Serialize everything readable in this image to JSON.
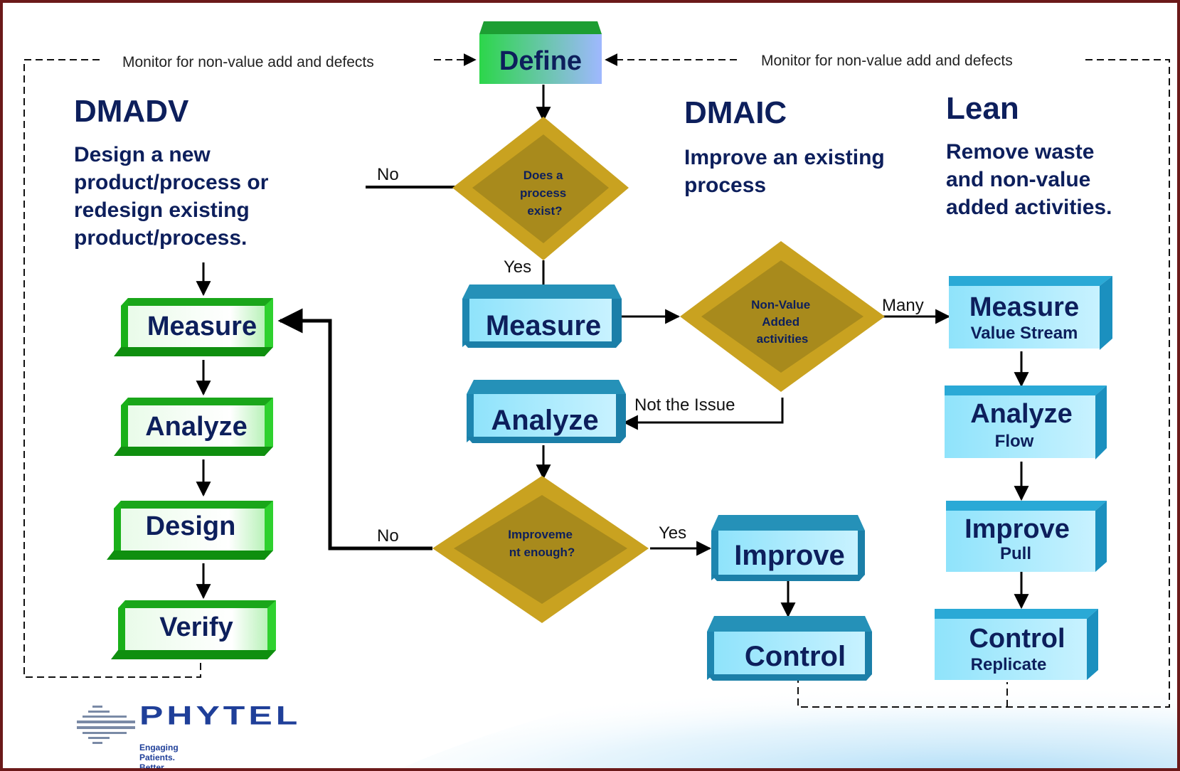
{
  "monitor_left": "Monitor for non-value add and defects",
  "monitor_right": "Monitor for non-value add and defects",
  "start": {
    "label": "Define"
  },
  "decisions": {
    "process_exists": {
      "label": "Does a process exist?",
      "lines": [
        "Does a",
        "process",
        "exist?"
      ]
    },
    "non_value": {
      "label": "Non-Value Added activities",
      "lines": [
        "Non-Value",
        "Added",
        "activities"
      ]
    },
    "improvement": {
      "label": "Improvement enough?",
      "lines": [
        "Improveme",
        "nt enough?"
      ]
    }
  },
  "edge_labels": {
    "no_top": "No",
    "yes_top": "Yes",
    "many": "Many",
    "not_issue": "Not the Issue",
    "no_bottom": "No",
    "yes_bottom": "Yes"
  },
  "dmadv": {
    "title": "DMADV",
    "description": "Design a new\nproduct/process or\nredesign existing\nproduct/process.",
    "steps": [
      "Measure",
      "Analyze",
      "Design",
      "Verify"
    ]
  },
  "dmaic": {
    "title": "DMAIC",
    "description": "Improve an existing\nprocess",
    "steps": [
      "Measure",
      "Analyze",
      "Improve",
      "Control"
    ]
  },
  "lean": {
    "title": "Lean",
    "description": "Remove waste\nand non-value\nadded activities.",
    "steps": [
      {
        "label": "Measure",
        "sub": "Value Stream"
      },
      {
        "label": "Analyze",
        "sub": "Flow"
      },
      {
        "label": "Improve",
        "sub": "Pull"
      },
      {
        "label": "Control",
        "sub": "Replicate"
      }
    ]
  },
  "logo": {
    "name": "PHYTEL",
    "tagline": "Engaging Patients. Better Outcomes."
  },
  "colors": {
    "green": "#22c71f",
    "blue": "#1fa3d6",
    "diamond": "#b8961f",
    "text": "#0d1f5c",
    "frame": "#6b1a1a"
  }
}
